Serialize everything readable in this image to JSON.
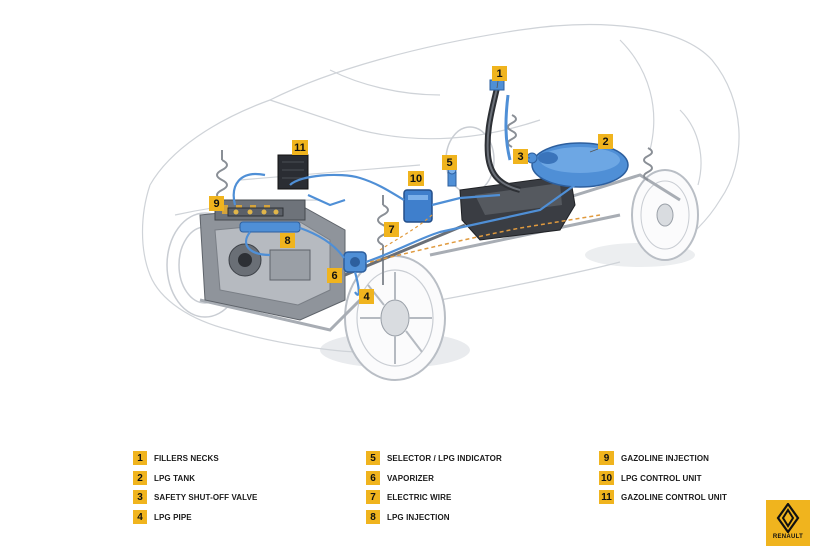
{
  "callouts": [
    {
      "num": "1"
    },
    {
      "num": "2"
    },
    {
      "num": "3"
    },
    {
      "num": "4"
    },
    {
      "num": "5"
    },
    {
      "num": "6"
    },
    {
      "num": "7"
    },
    {
      "num": "8"
    },
    {
      "num": "9"
    },
    {
      "num": "10"
    },
    {
      "num": "11"
    }
  ],
  "legend": [
    {
      "num": "1",
      "label": "FILLERS NECKS"
    },
    {
      "num": "2",
      "label": "LPG TANK"
    },
    {
      "num": "3",
      "label": "SAFETY SHUT-OFF VALVE"
    },
    {
      "num": "4",
      "label": "LPG PIPE"
    },
    {
      "num": "5",
      "label": "SELECTOR / LPG INDICATOR"
    },
    {
      "num": "6",
      "label": "VAPORIZER"
    },
    {
      "num": "7",
      "label": "ELECTRIC WIRE"
    },
    {
      "num": "8",
      "label": "LPG INJECTION"
    },
    {
      "num": "9",
      "label": "GAZOLINE INJECTION"
    },
    {
      "num": "10",
      "label": "LPG CONTROL UNIT"
    },
    {
      "num": "11",
      "label": "GAZOLINE CONTROL UNIT"
    }
  ],
  "logo": {
    "text": "RENAULT",
    "icon": "renault-diamond-icon"
  },
  "colors": {
    "callout": "#f0b41e",
    "lpg_blue": "#4f8fd6",
    "outline": "#c8ccd2",
    "component": "#2a2d33"
  }
}
